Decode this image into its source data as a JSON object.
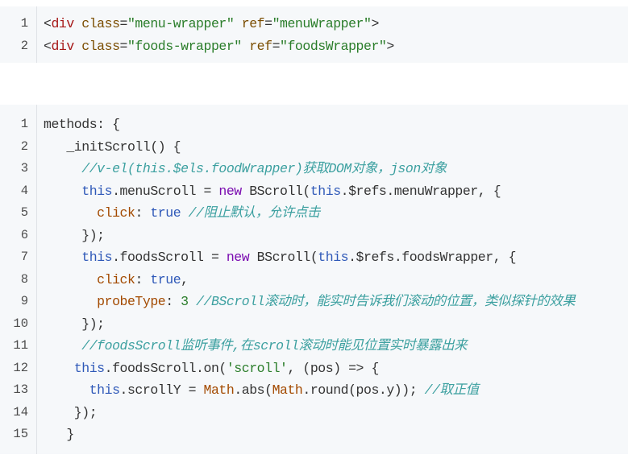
{
  "snippets": [
    {
      "lines": [
        {
          "num": "1",
          "tokens": [
            {
              "t": "<",
              "c": "plain"
            },
            {
              "t": "div",
              "c": "tag"
            },
            {
              "t": " ",
              "c": "plain"
            },
            {
              "t": "class",
              "c": "attr"
            },
            {
              "t": "=",
              "c": "plain"
            },
            {
              "t": "\"menu-wrapper\"",
              "c": "str"
            },
            {
              "t": " ",
              "c": "plain"
            },
            {
              "t": "ref",
              "c": "attr"
            },
            {
              "t": "=",
              "c": "plain"
            },
            {
              "t": "\"menuWrapper\"",
              "c": "str"
            },
            {
              "t": ">",
              "c": "plain"
            }
          ]
        },
        {
          "num": "2",
          "tokens": [
            {
              "t": "<",
              "c": "plain"
            },
            {
              "t": "div",
              "c": "tag"
            },
            {
              "t": " ",
              "c": "plain"
            },
            {
              "t": "class",
              "c": "attr"
            },
            {
              "t": "=",
              "c": "plain"
            },
            {
              "t": "\"foods-wrapper\"",
              "c": "str"
            },
            {
              "t": " ",
              "c": "plain"
            },
            {
              "t": "ref",
              "c": "attr"
            },
            {
              "t": "=",
              "c": "plain"
            },
            {
              "t": "\"foodsWrapper\"",
              "c": "str"
            },
            {
              "t": ">",
              "c": "plain"
            }
          ]
        }
      ]
    },
    {
      "lines": [
        {
          "num": "1",
          "tokens": [
            {
              "t": "methods: {",
              "c": "plain"
            }
          ]
        },
        {
          "num": "2",
          "tokens": [
            {
              "t": "   _initScroll() {",
              "c": "plain"
            }
          ]
        },
        {
          "num": "3",
          "tokens": [
            {
              "t": "     //v-el(this.$els.foodWrapper)获取DOM对象，json对象",
              "c": "com"
            }
          ]
        },
        {
          "num": "4",
          "tokens": [
            {
              "t": "     ",
              "c": "plain"
            },
            {
              "t": "this",
              "c": "kw"
            },
            {
              "t": ".menuScroll = ",
              "c": "plain"
            },
            {
              "t": "new",
              "c": "ckw"
            },
            {
              "t": " BScroll(",
              "c": "plain"
            },
            {
              "t": "this",
              "c": "kw"
            },
            {
              "t": ".$refs.menuWrapper, {",
              "c": "plain"
            }
          ]
        },
        {
          "num": "5",
          "tokens": [
            {
              "t": "       ",
              "c": "plain"
            },
            {
              "t": "click",
              "c": "prop"
            },
            {
              "t": ": ",
              "c": "plain"
            },
            {
              "t": "true",
              "c": "kw"
            },
            {
              "t": " ",
              "c": "plain"
            },
            {
              "t": "//阻止默认，允许点击",
              "c": "com"
            }
          ]
        },
        {
          "num": "6",
          "tokens": [
            {
              "t": "     });",
              "c": "plain"
            }
          ]
        },
        {
          "num": "7",
          "tokens": [
            {
              "t": "     ",
              "c": "plain"
            },
            {
              "t": "this",
              "c": "kw"
            },
            {
              "t": ".foodsScroll = ",
              "c": "plain"
            },
            {
              "t": "new",
              "c": "ckw"
            },
            {
              "t": " BScroll(",
              "c": "plain"
            },
            {
              "t": "this",
              "c": "kw"
            },
            {
              "t": ".$refs.foodsWrapper, {",
              "c": "plain"
            }
          ]
        },
        {
          "num": "8",
          "tokens": [
            {
              "t": "       ",
              "c": "plain"
            },
            {
              "t": "click",
              "c": "prop"
            },
            {
              "t": ": ",
              "c": "plain"
            },
            {
              "t": "true",
              "c": "kw"
            },
            {
              "t": ",",
              "c": "plain"
            }
          ]
        },
        {
          "num": "9",
          "tokens": [
            {
              "t": "       ",
              "c": "plain"
            },
            {
              "t": "probeType",
              "c": "prop"
            },
            {
              "t": ": ",
              "c": "plain"
            },
            {
              "t": "3",
              "c": "num"
            },
            {
              "t": " ",
              "c": "plain"
            },
            {
              "t": "//BScroll滚动时，能实时告诉我们滚动的位置，类似探针的效果",
              "c": "com"
            }
          ]
        },
        {
          "num": "10",
          "tokens": [
            {
              "t": "     });",
              "c": "plain"
            }
          ]
        },
        {
          "num": "11",
          "tokens": [
            {
              "t": "     //foodsScroll监听事件,在scroll滚动时能见位置实时暴露出来",
              "c": "com"
            }
          ]
        },
        {
          "num": "12",
          "tokens": [
            {
              "t": "    ",
              "c": "plain"
            },
            {
              "t": "this",
              "c": "kw"
            },
            {
              "t": ".foodsScroll.on(",
              "c": "plain"
            },
            {
              "t": "'scroll'",
              "c": "str"
            },
            {
              "t": ", (pos) => {",
              "c": "plain"
            }
          ]
        },
        {
          "num": "13",
          "tokens": [
            {
              "t": "      ",
              "c": "plain"
            },
            {
              "t": "this",
              "c": "kw"
            },
            {
              "t": ".scrollY = ",
              "c": "plain"
            },
            {
              "t": "Math",
              "c": "cls"
            },
            {
              "t": ".abs(",
              "c": "plain"
            },
            {
              "t": "Math",
              "c": "cls"
            },
            {
              "t": ".round(pos.y)); ",
              "c": "plain"
            },
            {
              "t": "//取正值",
              "c": "com"
            }
          ]
        },
        {
          "num": "14",
          "tokens": [
            {
              "t": "    });",
              "c": "plain"
            }
          ]
        },
        {
          "num": "15",
          "tokens": [
            {
              "t": "   }",
              "c": "plain"
            }
          ]
        }
      ]
    }
  ]
}
